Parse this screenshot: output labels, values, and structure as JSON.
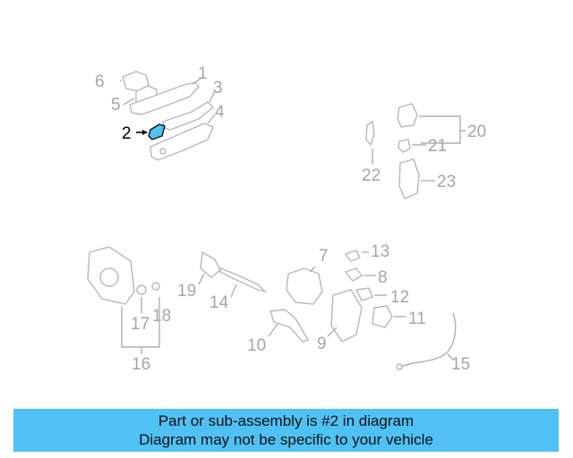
{
  "callouts": {
    "c1": "1",
    "c2": "2",
    "c3": "3",
    "c4": "4",
    "c5": "5",
    "c6": "6",
    "c7": "7",
    "c8": "8",
    "c9": "9",
    "c10": "10",
    "c11": "11",
    "c12": "12",
    "c13": "13",
    "c14": "14",
    "c15": "15",
    "c16": "16",
    "c17": "17",
    "c18": "18",
    "c19": "19",
    "c20": "20",
    "c21": "21",
    "c22": "22",
    "c23": "23"
  },
  "highlight_color": "#4fc1f5",
  "banner": {
    "line1": "Part or sub-assembly is #2 in diagram",
    "line2": "Diagram may not be specific to your vehicle"
  }
}
